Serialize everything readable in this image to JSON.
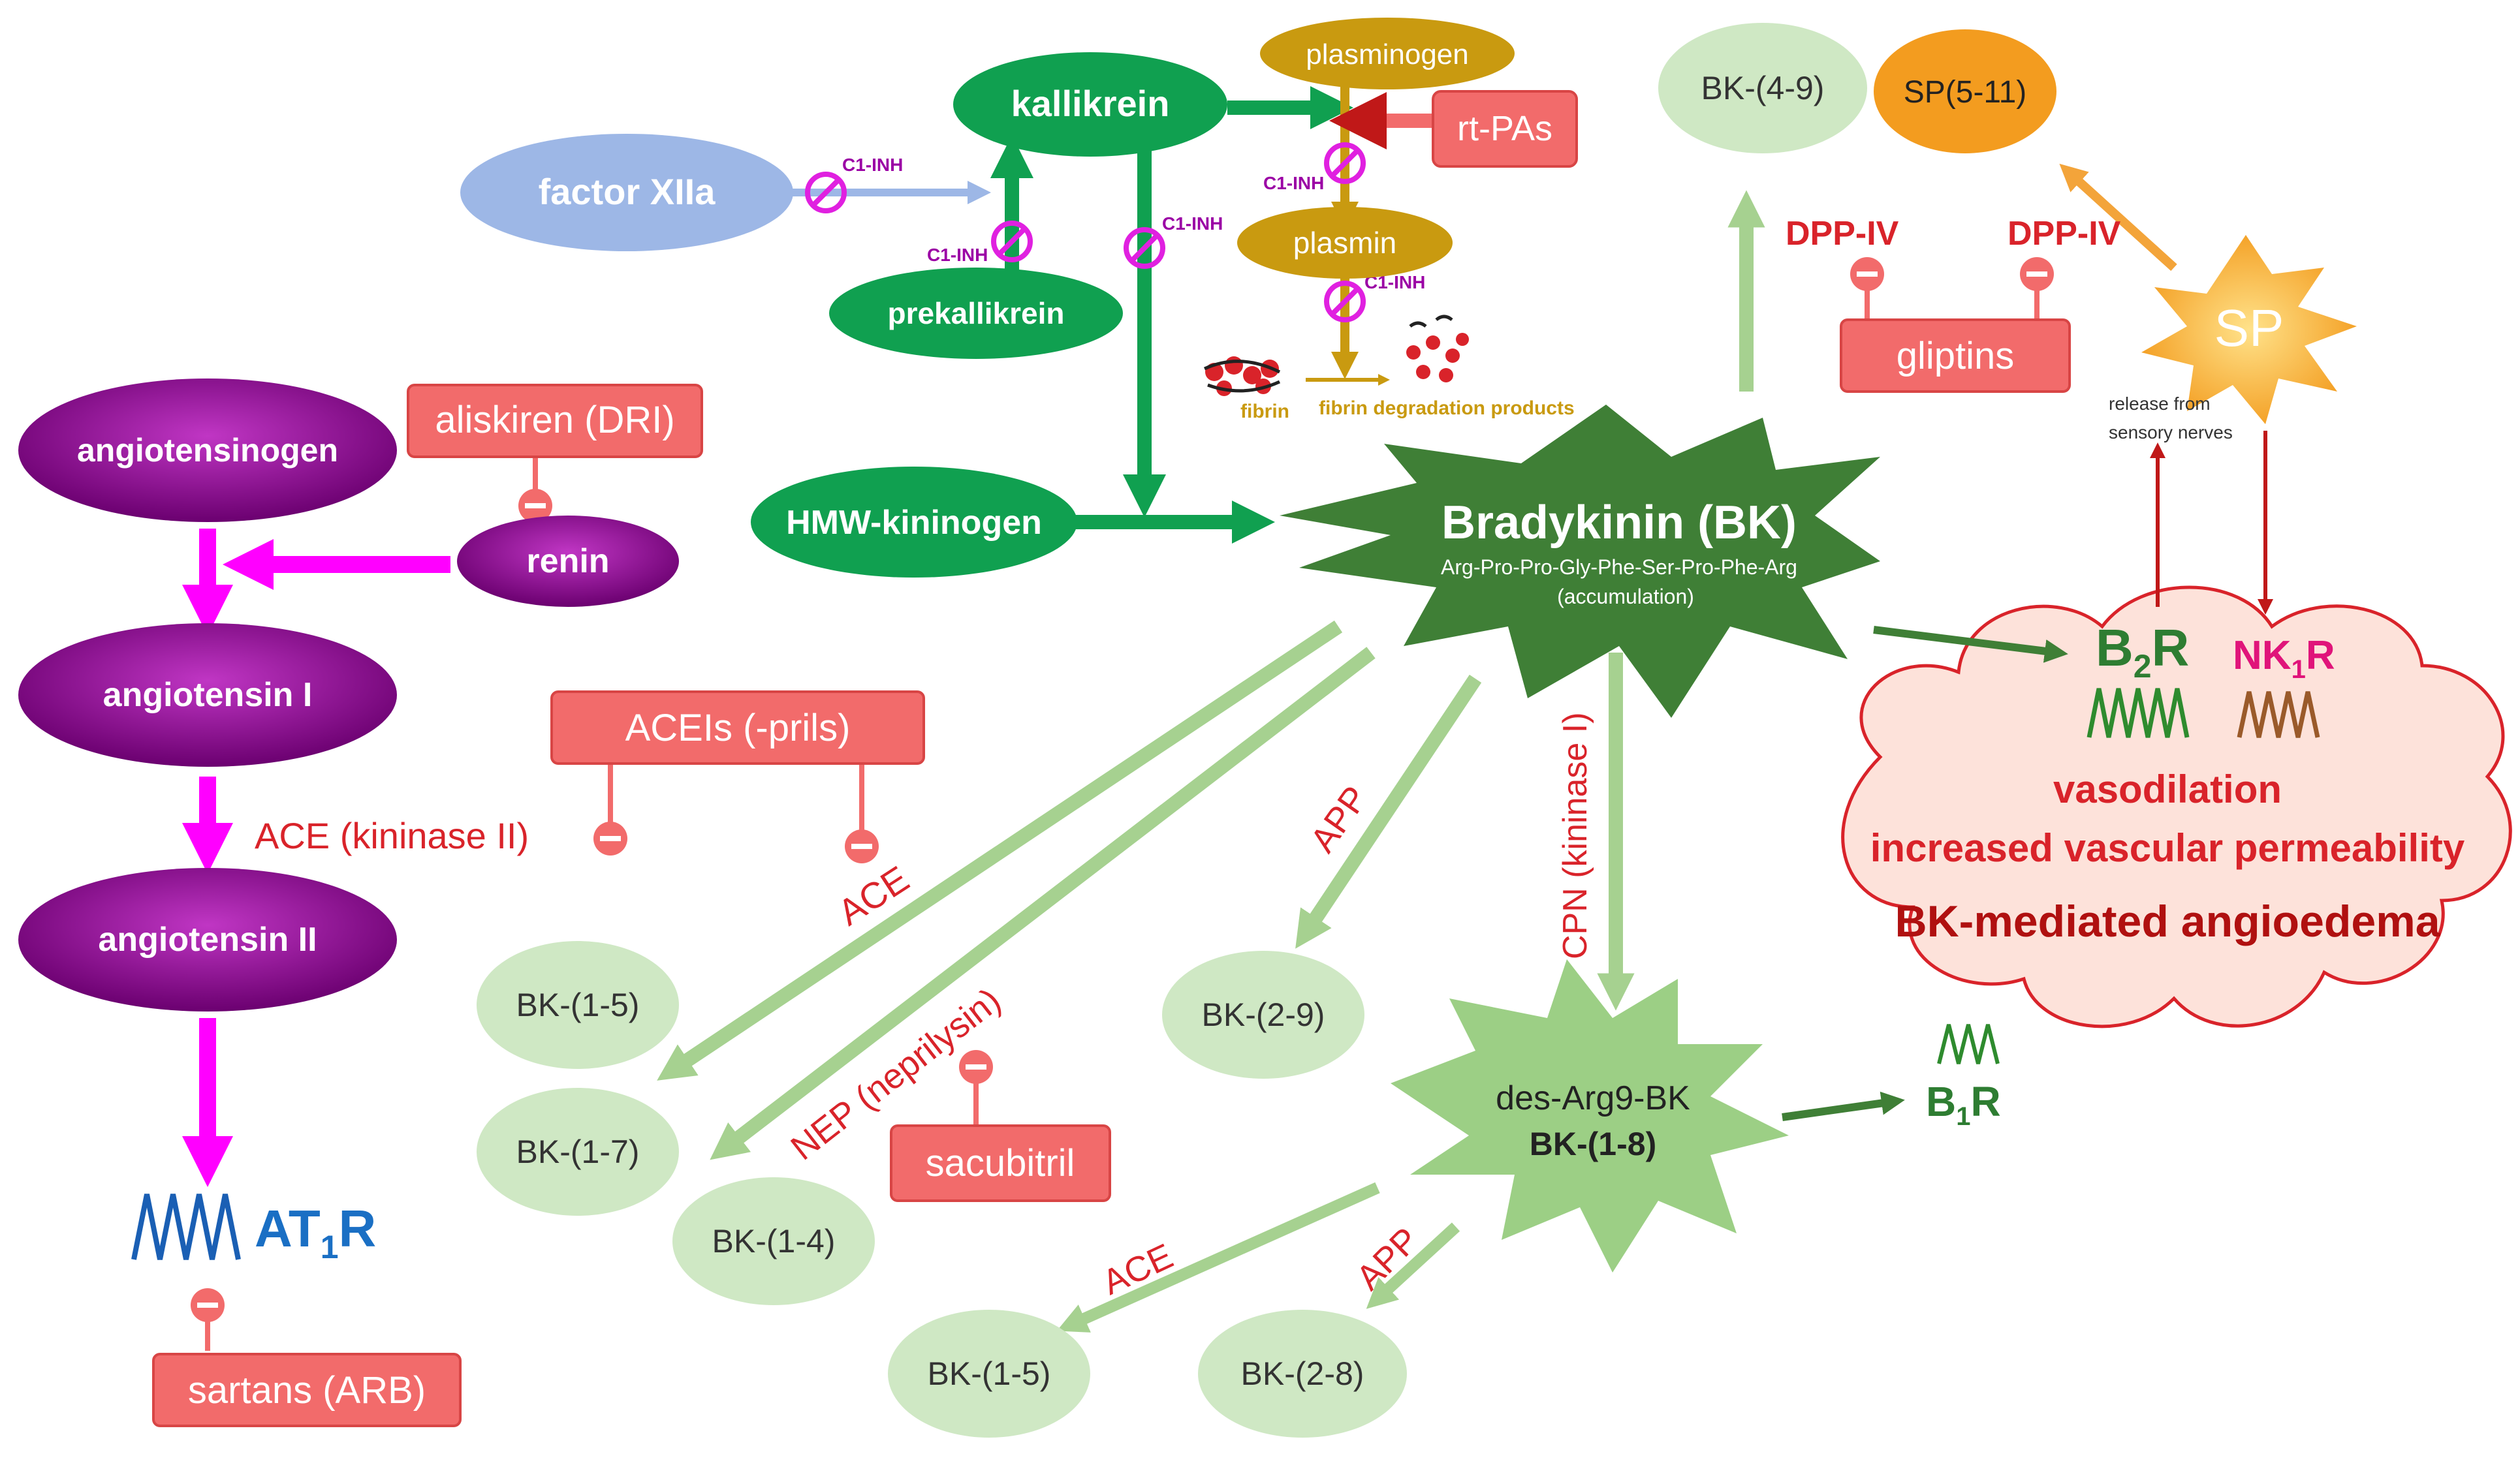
{
  "coagulation": {
    "factor_xiia": "factor XIIa",
    "kallikrein": "kallikrein",
    "prekallikrein": "prekallikrein",
    "hmw_kininogen": "HMW-kininogen",
    "c1_inh": "C1-INH"
  },
  "fibrinolysis": {
    "plasminogen": "plasminogen",
    "plasmin": "plasmin",
    "rt_pas": "rt-PAs",
    "fibrin": "fibrin",
    "fibrin_products": "fibrin degradation  products"
  },
  "bradykinin": {
    "title": "Bradykinin (BK)",
    "sequence": "Arg-Pro-Pro-Gly-Phe-Ser-Pro-Phe-Arg",
    "note": "(accumulation)"
  },
  "raas": {
    "angiotensinogen": "angiotensinogen",
    "aliskiren": "aliskiren (DRI)",
    "renin": "renin",
    "angiotensin_i": "angiotensin I",
    "ace_kininase": "ACE  (kininase II)",
    "angiotensin_ii": "angiotensin II",
    "at1r_main": "AT",
    "at1r_sub": "1",
    "at1r_end": "R",
    "sartans": "sartans (ARB)",
    "aceis": "ACEIs (-prils)"
  },
  "enzymes": {
    "ace": "ACE",
    "nep": "NEP (neprilysin)",
    "app": "APP",
    "cpn": "CPN (kininase I)",
    "dpp_iv": "DPP-IV",
    "sacubitril": "sacubitril",
    "gliptins": "gliptins"
  },
  "metabolites": {
    "bk_4_9": "BK-(4-9)",
    "sp_5_11": "SP(5-11)",
    "sp": "SP",
    "bk_1_5": "BK-(1-5)",
    "bk_1_7": "BK-(1-7)",
    "bk_1_4": "BK-(1-4)",
    "bk_2_9": "BK-(2-9)",
    "des_arg9": "des-Arg9-BK",
    "bk_1_8": "BK-(1-8)",
    "bk_2_8": "BK-(2-8)"
  },
  "receptors": {
    "b2r_main": "B",
    "b2r_sub": "2",
    "b2r_end": "R",
    "nk1r_main": "NK",
    "nk1r_sub": "1",
    "nk1r_end": "R",
    "b1r_main": "B",
    "b1r_sub": "1",
    "b1r_end": "R",
    "release_line1": "release  from",
    "release_line2": "sensory nerves"
  },
  "effects": {
    "vasodilation": "vasodilation",
    "permeability": "increased vascular permeability",
    "angioedema": "BK-mediated angioedema"
  },
  "colors": {
    "purple_node": "#8e0a8e",
    "green_node": "#10a050",
    "red_box": "#f26b6b",
    "light_green": "#b3d9a6",
    "magenta_arrow": "#ff00ff",
    "cloud_fill": "#fde2da",
    "orange": "#f39c1f",
    "gold": "#c99a10"
  }
}
